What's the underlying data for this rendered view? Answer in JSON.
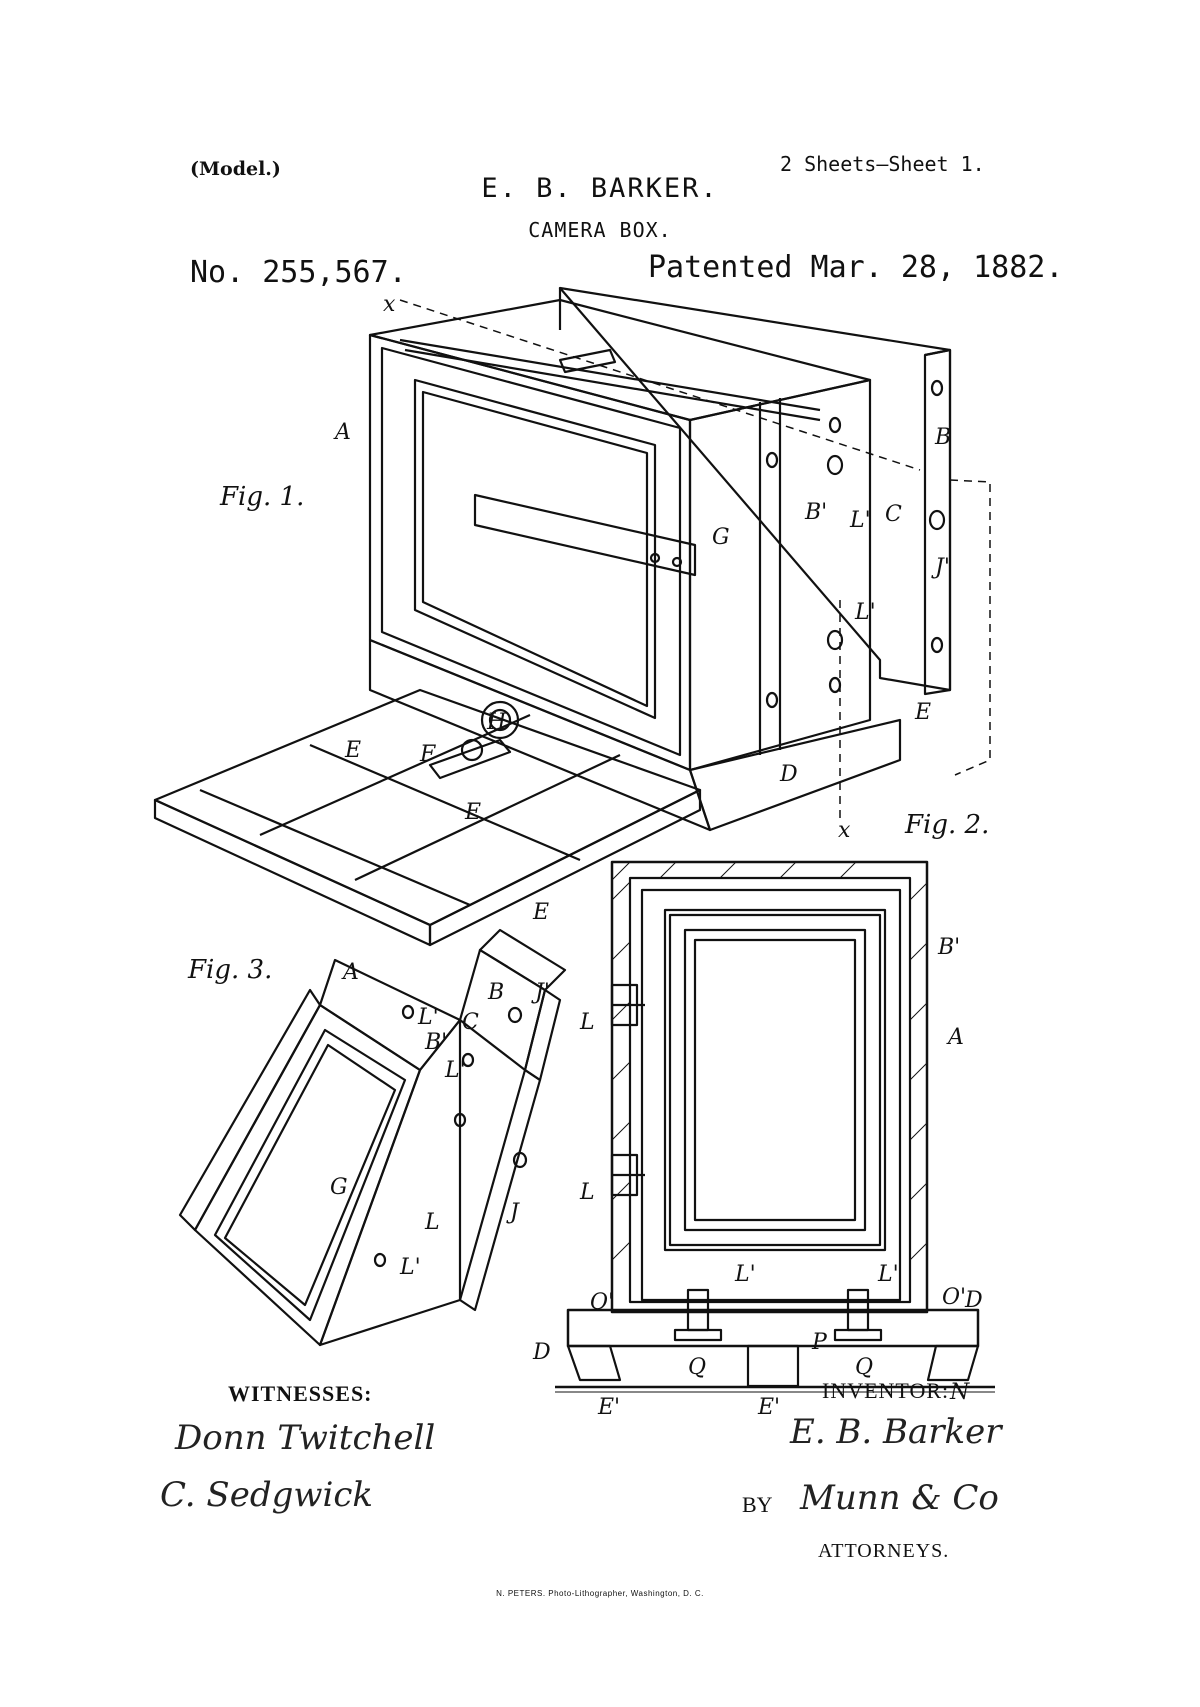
{
  "header": {
    "model": "(Model.)",
    "sheets": "2 Sheets—Sheet 1.",
    "inventor_name": "E. B. BARKER.",
    "title": "CAMERA BOX.",
    "patent_number": "No. 255,567.",
    "patent_date": "Patented Mar. 28, 1882."
  },
  "figures": {
    "fig1": "Fig. 1.",
    "fig2": "Fig. 2.",
    "fig3": "Fig. 3."
  },
  "labels": {
    "x_top": "x",
    "x_bottom": "x",
    "A": "A",
    "B": "B",
    "B_prime": "B'",
    "C": "C",
    "G": "G",
    "D": "D",
    "E": "E",
    "E_prime": "E'",
    "F": "F",
    "H": "H",
    "J": "J",
    "J_prime": "J'",
    "L": "L",
    "L_prime": "L'",
    "O_prime": "O'",
    "P": "P",
    "Q": "Q",
    "N": "N"
  },
  "footer": {
    "witnesses_label": "WITNESSES:",
    "witness_1": "Donn Twitchell",
    "witness_2": "C. Sedgwick",
    "inventor_label": "INVENTOR:",
    "inventor_signature": "E. B. Barker",
    "by_label": "BY",
    "attorney_signature": "Munn & Co",
    "attorneys_label": "ATTORNEYS.",
    "printer_credit": "N. PETERS. Photo-Lithographer, Washington, D. C."
  }
}
